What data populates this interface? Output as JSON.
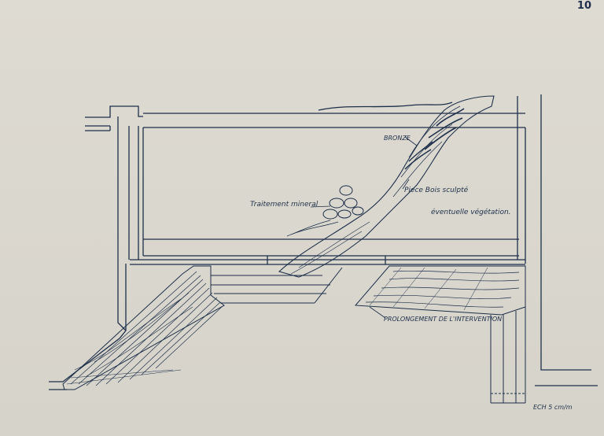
{
  "page_number": "10",
  "labels": {
    "bronze": "BRONZE",
    "traitement": "Traitement mineral",
    "piece_bois": "Piece Bois sculpté",
    "vegetation": "éventuelle végétation.",
    "prolongement": "PROLONGEMENT DE L'INTERVENTION",
    "echelle": "ECH 5 cm/m"
  },
  "colors": {
    "ink": "#1d2f4a",
    "paper": "#dad7ce"
  }
}
